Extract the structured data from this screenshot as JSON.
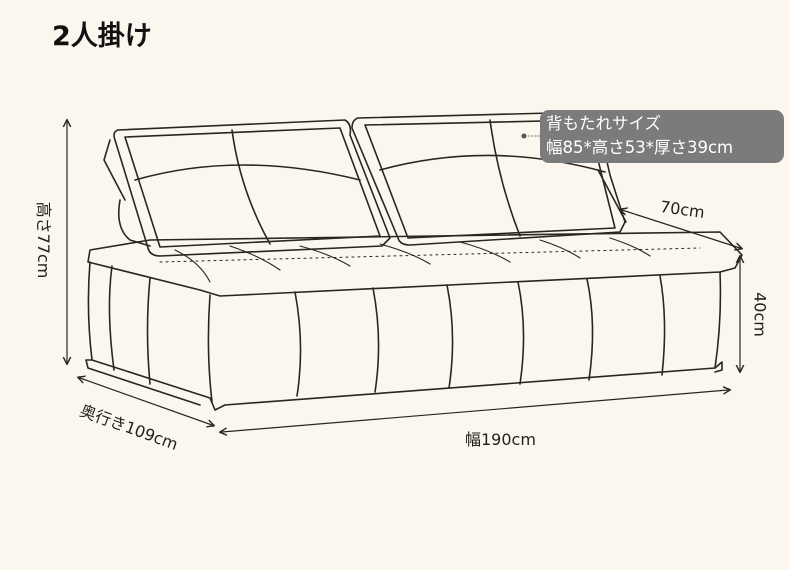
{
  "title": "2人掛け",
  "dimensions": {
    "height": "高さ77cm",
    "depth": "奥行き109cm",
    "width": "幅190cm",
    "seat_height": "40cm",
    "seat_depth": "70cm"
  },
  "backrest_tooltip": {
    "line1": "背もたれサイズ",
    "line2": "幅85*高さ53*厚さ39cm"
  }
}
